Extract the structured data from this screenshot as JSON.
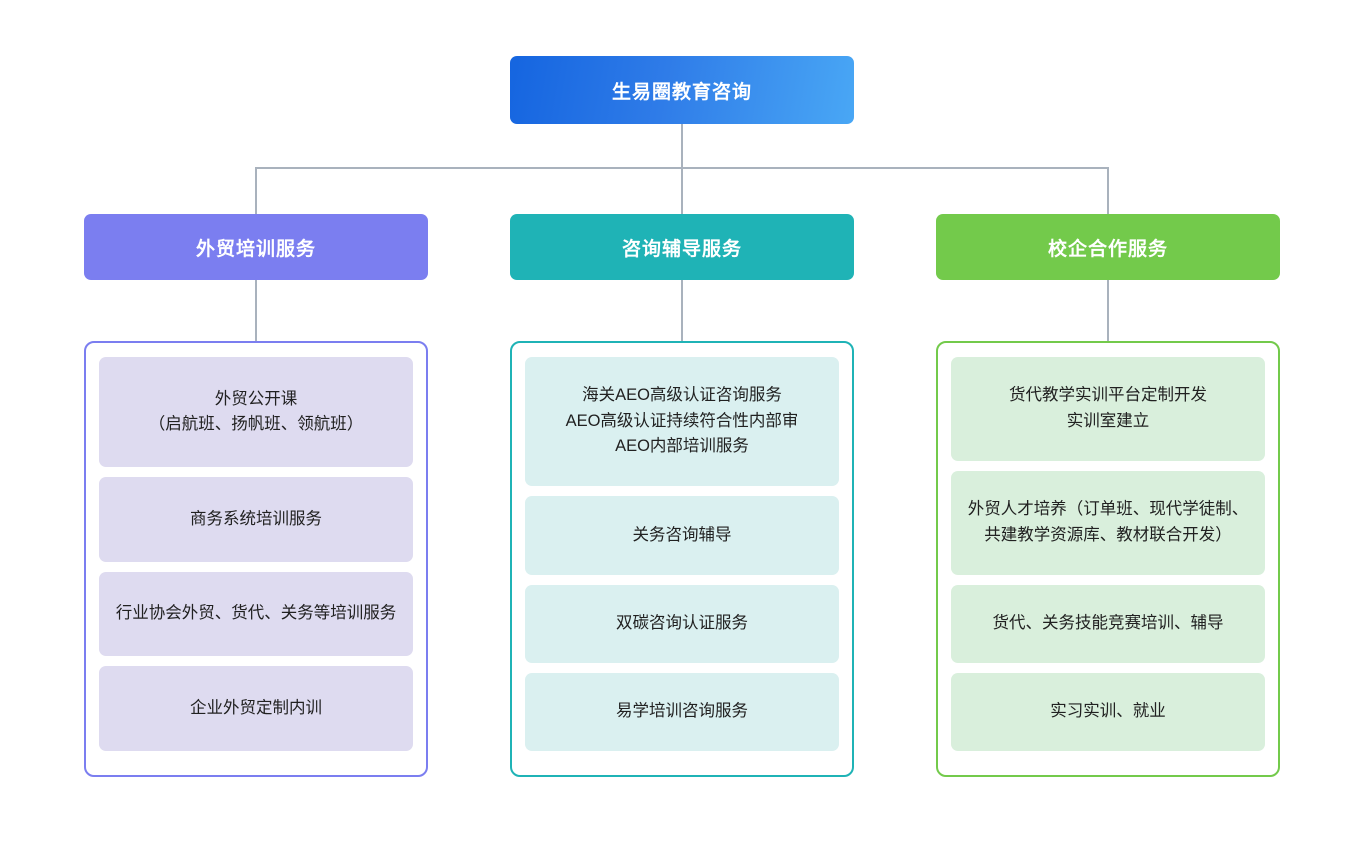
{
  "root": {
    "label": "生易圈教育咨询",
    "color": "#2f7ce8"
  },
  "connector_color": "#a9b2bd",
  "columns": [
    {
      "header": "外贸培训服务",
      "header_color": "#7b7ef0",
      "border_color": "#7b7ef0",
      "card_color": "#dedbf0",
      "items": [
        "外贸公开课\n（启航班、扬帆班、领航班）",
        "商务系统培训服务",
        "行业协会外贸、货代、关务等培训服务",
        "企业外贸定制内训"
      ]
    },
    {
      "header": "咨询辅导服务",
      "header_color": "#1fb3b6",
      "border_color": "#1fb3b6",
      "card_color": "#daf0f0",
      "items": [
        "海关AEO高级认证咨询服务\nAEO高级认证持续符合性内部审\nAEO内部培训服务",
        "关务咨询辅导",
        "双碳咨询认证服务",
        "易学培训咨询服务"
      ]
    },
    {
      "header": "校企合作服务",
      "header_color": "#73ca4b",
      "border_color": "#73ca4b",
      "card_color": "#d9efdc",
      "items": [
        "货代教学实训平台定制开发\n实训室建立",
        "外贸人才培养（订单班、现代学徒制、共建教学资源库、教材联合开发）",
        "货代、关务技能竞赛培训、辅导",
        "实习实训、就业"
      ]
    }
  ]
}
